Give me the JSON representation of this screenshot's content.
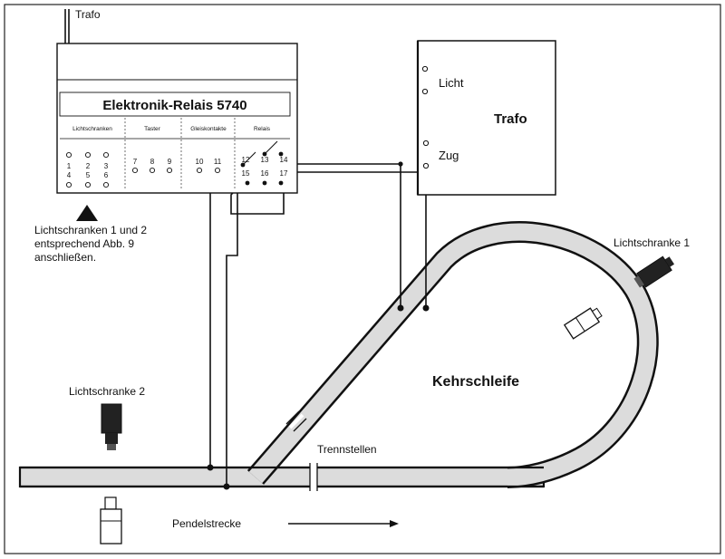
{
  "relay": {
    "title": "Elektronik-Relais 5740",
    "sections": [
      "Lichtschranken",
      "Taster",
      "Gleiskontakte",
      "Relais"
    ],
    "lichtschranken_terminals": [
      "1",
      "2",
      "3",
      "4",
      "5",
      "6"
    ],
    "taster_terminals": [
      "7",
      "8",
      "9"
    ],
    "gleiskontakte_terminals": [
      "10",
      "11"
    ],
    "relais_terminals": [
      "12",
      "13",
      "14",
      "15",
      "16",
      "17"
    ]
  },
  "relay_supply_label": "Trafo",
  "trafo": {
    "title": "Trafo",
    "licht_label": "Licht",
    "zug_label": "Zug"
  },
  "note": {
    "line1": "Lichtschranken 1 und 2",
    "line2": "entsprechend Abb. 9",
    "line3": "anschließen."
  },
  "lichtschranke_1_label": "Lichtschranke 1",
  "lichtschranke_2_label": "Lichtschranke 2",
  "kehrschleife_label": "Kehrschleife",
  "trennstellen_label": "Trennstellen",
  "pendelstrecke_label": "Pendelstrecke"
}
